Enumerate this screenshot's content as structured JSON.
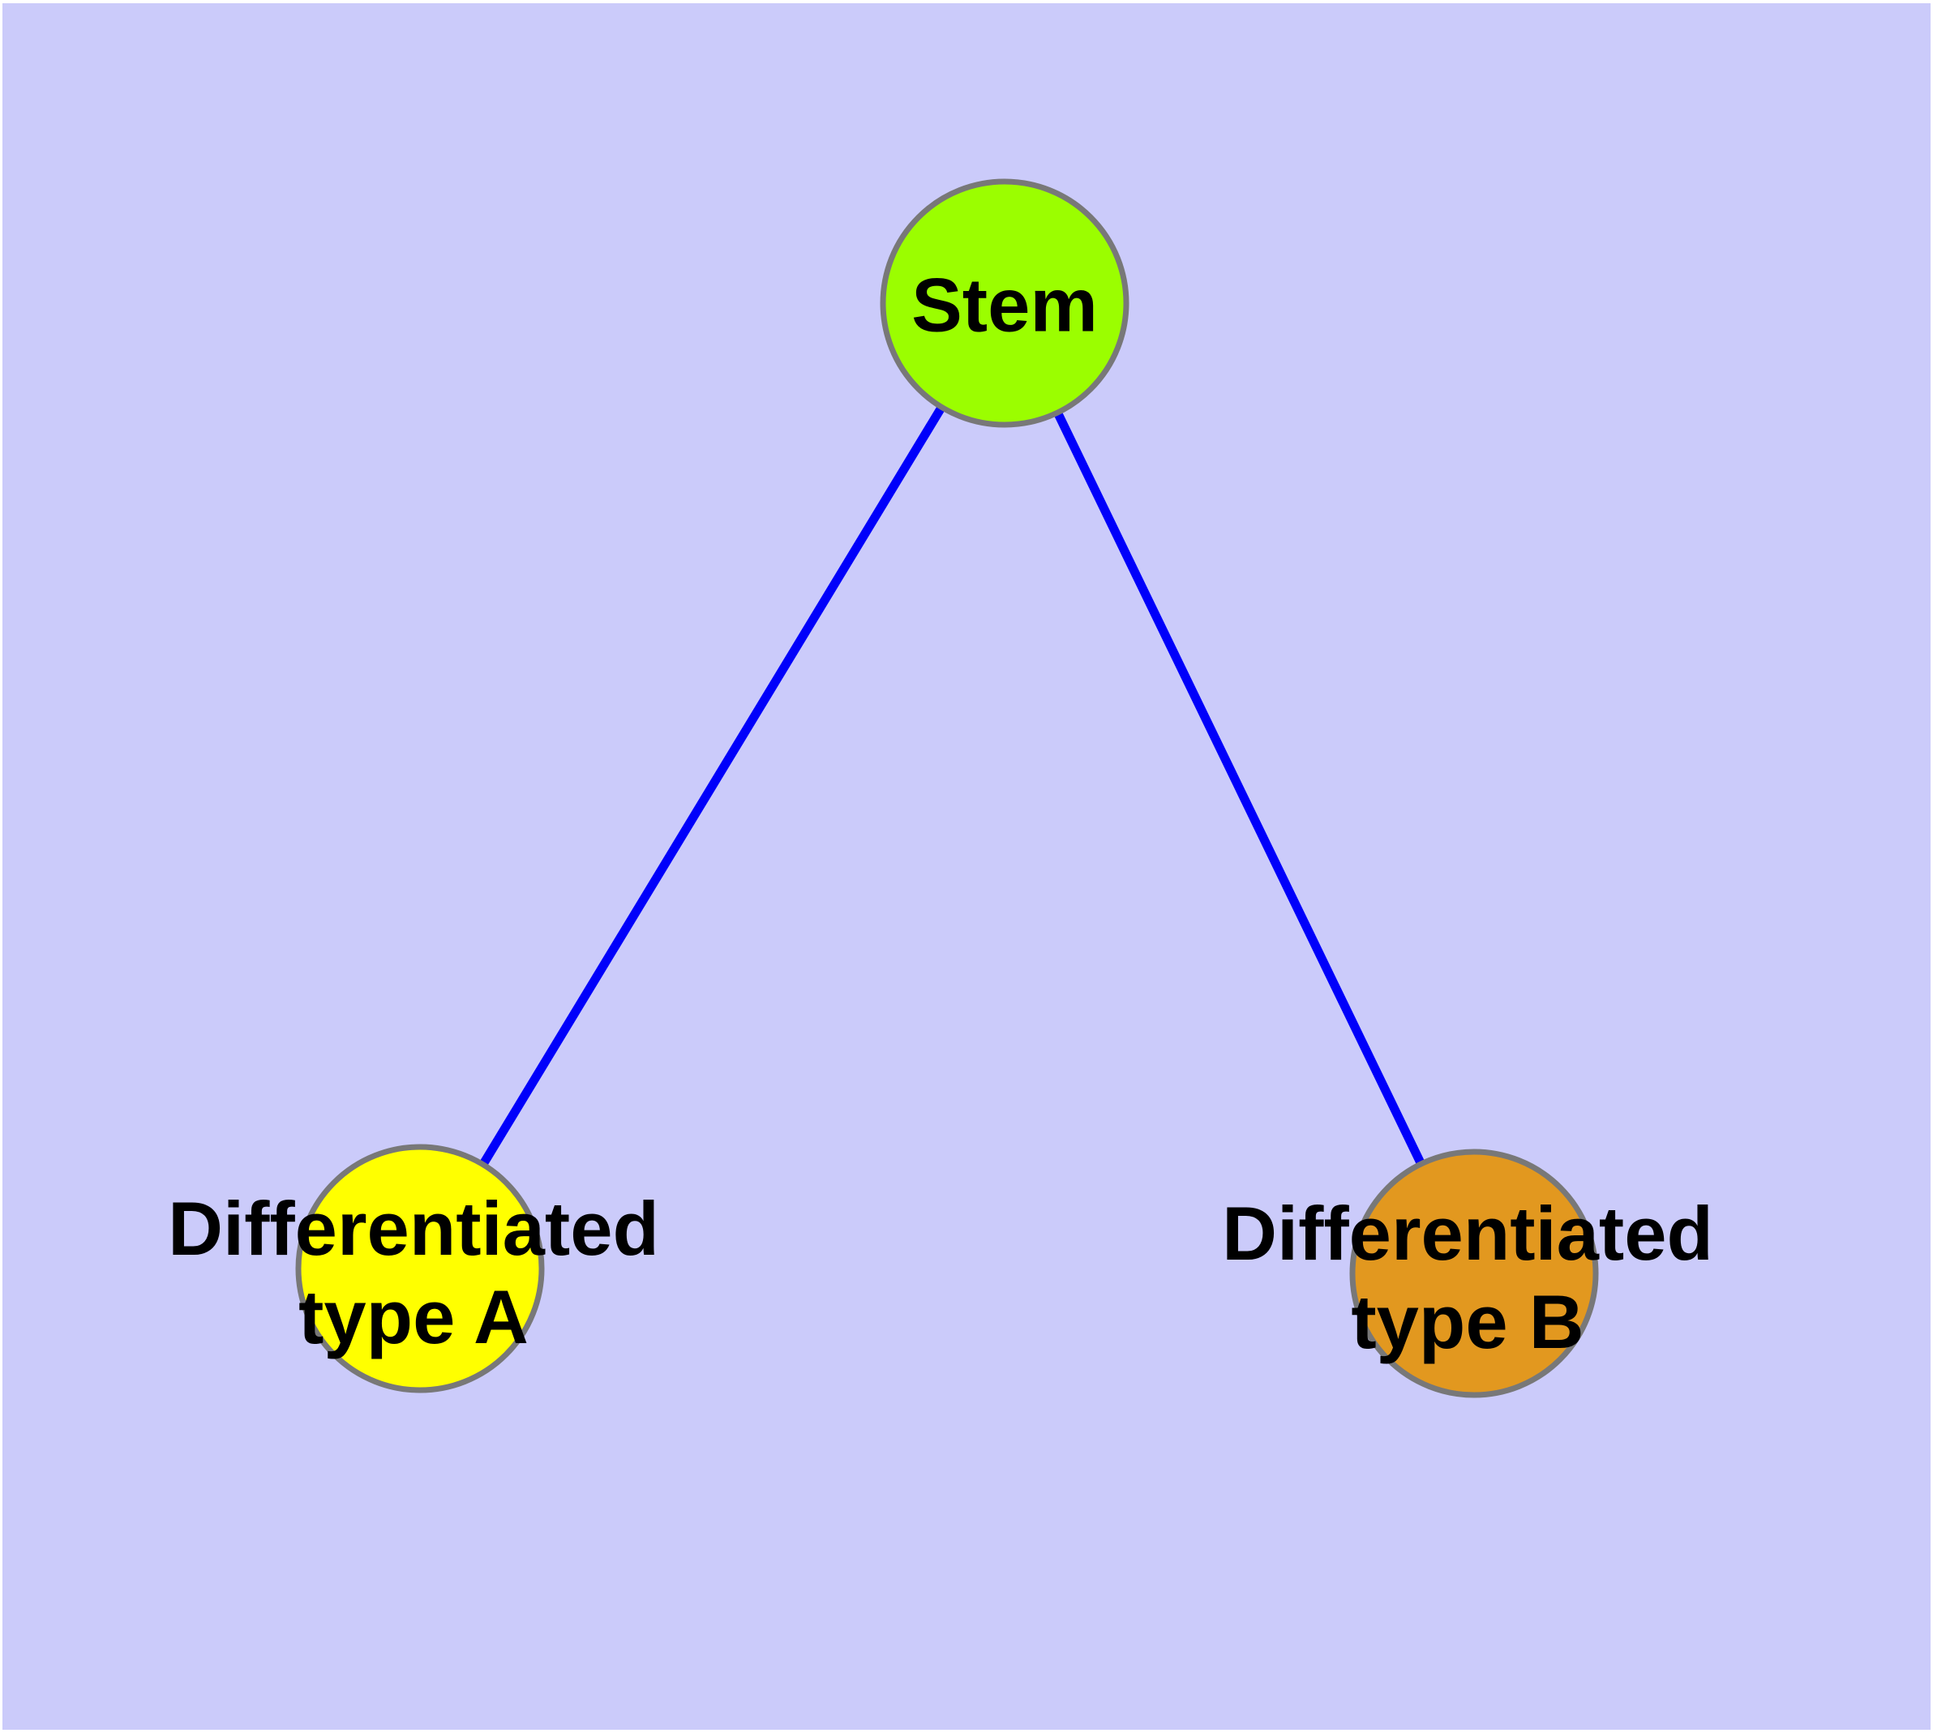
{
  "diagram": {
    "background_color": "#CBCBFA",
    "frame_color": "#FFFFFF",
    "edge_color": "#0000FA",
    "node_border_color": "#787878",
    "label_color": "#000000",
    "nodes": [
      {
        "id": "stem",
        "label": "Stem",
        "fill": "#9BFE00"
      },
      {
        "id": "type-a",
        "label": "Differentiated\ntype A",
        "fill": "#FFFF00"
      },
      {
        "id": "type-b",
        "label": "Differentiated\ntype B",
        "fill": "#E2981F"
      }
    ],
    "edges": [
      {
        "from": "stem",
        "to": "type-a"
      },
      {
        "from": "stem",
        "to": "type-b"
      }
    ]
  }
}
